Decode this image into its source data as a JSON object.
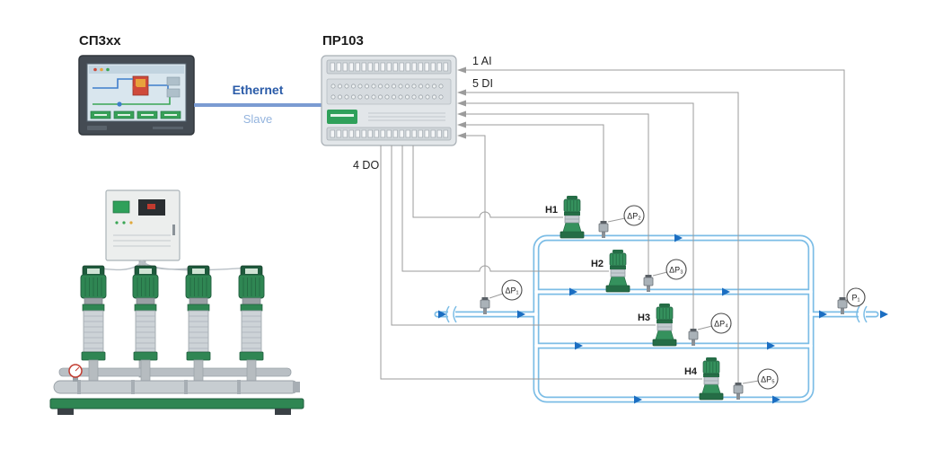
{
  "hmi": {
    "label": "СП3хх"
  },
  "plc": {
    "label": "ПР103"
  },
  "link": {
    "protocol": "Ethernet",
    "mode": "Slave"
  },
  "io": {
    "analog_in": "1 AI",
    "digital_in": "5 DI",
    "digital_out": "4 DO"
  },
  "pumps": [
    {
      "label": "H1"
    },
    {
      "label": "H2"
    },
    {
      "label": "H3"
    },
    {
      "label": "H4"
    }
  ],
  "sensors": {
    "dp1": "ΔP₁",
    "dp2": "ΔP₂",
    "dp3": "ΔP₃",
    "dp4": "ΔP₄",
    "dp5": "ΔP₅",
    "p1": "P₁"
  },
  "colors": {
    "link_blue": "#2a5ba8",
    "link_light_blue": "#94b4de",
    "pipe_blue": "#7cbde6",
    "flow_arrow_blue": "#1b6ec2",
    "pump_green": "#35915d",
    "signal_gray": "#9b9b9b"
  }
}
